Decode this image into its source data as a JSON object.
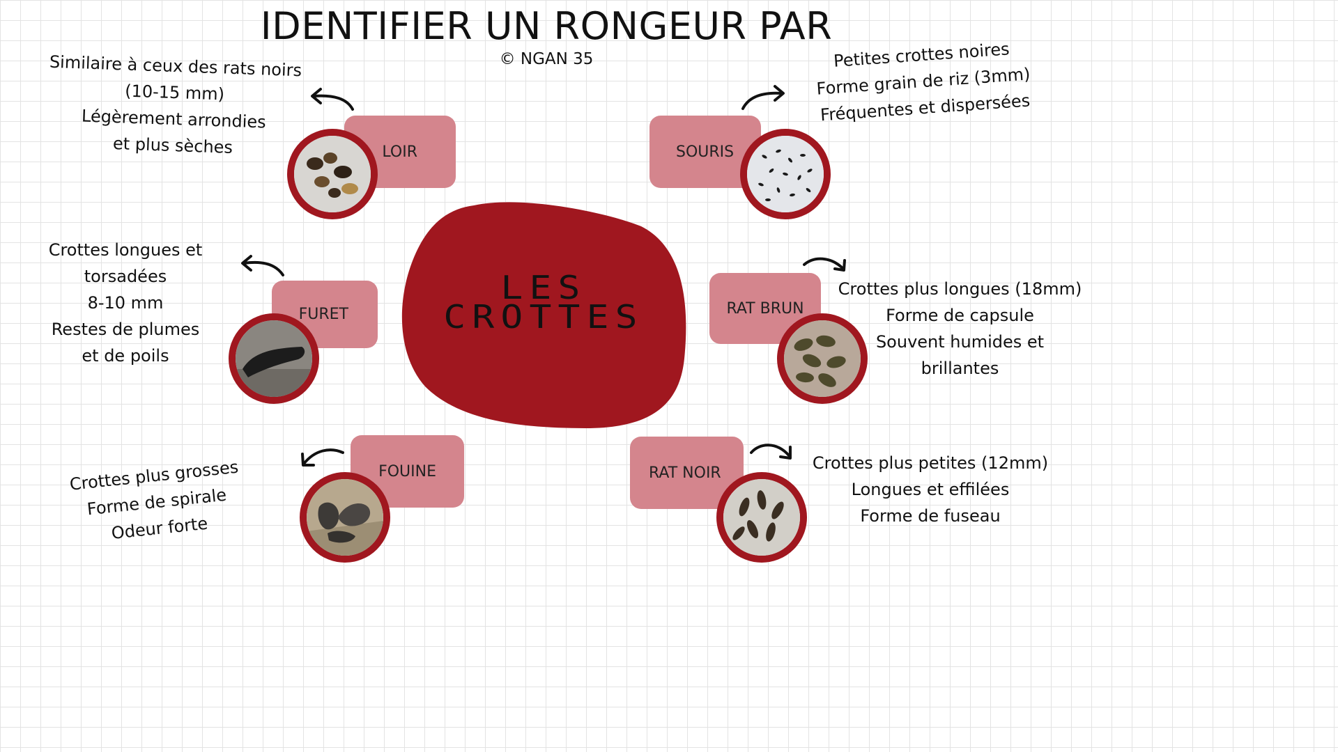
{
  "title": "IDENTIFIER UN RONGEUR PAR",
  "credit": "© NGAN 35",
  "center": {
    "line1": "LES",
    "line2": "CROTTES"
  },
  "colors": {
    "blob": "#a0171f",
    "label": "#d4858d",
    "ring": "#a0171f"
  },
  "nodes": {
    "loir": {
      "label": "LOIR",
      "desc": [
        "Similaire à ceux des rats noirs",
        "(10-15 mm)",
        "Légèrement arrondies",
        "et plus sèches"
      ]
    },
    "souris": {
      "label": "SOURIS",
      "desc": [
        "Petites crottes noires",
        "Forme grain de riz (3mm)",
        "Fréquentes et dispersées"
      ]
    },
    "furet": {
      "label": "FURET",
      "desc": [
        "Crottes longues et",
        "torsadées",
        "8-10 mm",
        "Restes de plumes",
        "et de poils"
      ]
    },
    "rat_brun": {
      "label": "RAT BRUN",
      "desc": [
        "Crottes plus longues (18mm)",
        "Forme de capsule",
        "Souvent humides et",
        "brillantes"
      ]
    },
    "fouine": {
      "label": "FOUINE",
      "desc": [
        "Crottes plus grosses",
        "Forme de spirale",
        "Odeur forte"
      ]
    },
    "rat_noir": {
      "label": "RAT NOIR",
      "desc": [
        "Crottes plus petites (12mm)",
        "Longues et effilées",
        "Forme de fuseau"
      ]
    }
  }
}
